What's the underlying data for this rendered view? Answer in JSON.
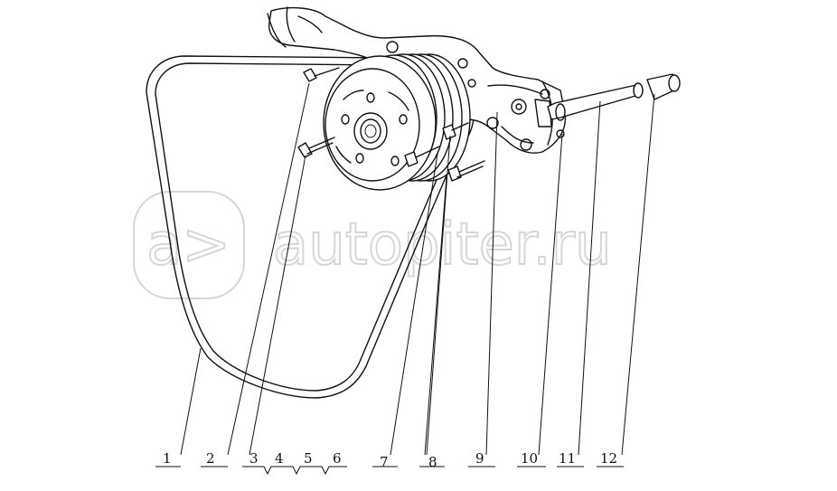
{
  "watermark": {
    "logo_glyph": "a>",
    "text": "autopiter.ru",
    "color": "#d6d6d6"
  },
  "callouts": [
    {
      "id": "1",
      "label": "1"
    },
    {
      "id": "2",
      "label": "2"
    },
    {
      "id": "3",
      "label": "3"
    },
    {
      "id": "4",
      "label": "4"
    },
    {
      "id": "5",
      "label": "5"
    },
    {
      "id": "6",
      "label": "6"
    },
    {
      "id": "7",
      "label": "7"
    },
    {
      "id": "8",
      "label": "8"
    },
    {
      "id": "9",
      "label": "9"
    },
    {
      "id": "10",
      "label": "10"
    },
    {
      "id": "11",
      "label": "11"
    },
    {
      "id": "12",
      "label": "12"
    }
  ],
  "colors": {
    "ink": "#111111",
    "background": "#ffffff"
  }
}
